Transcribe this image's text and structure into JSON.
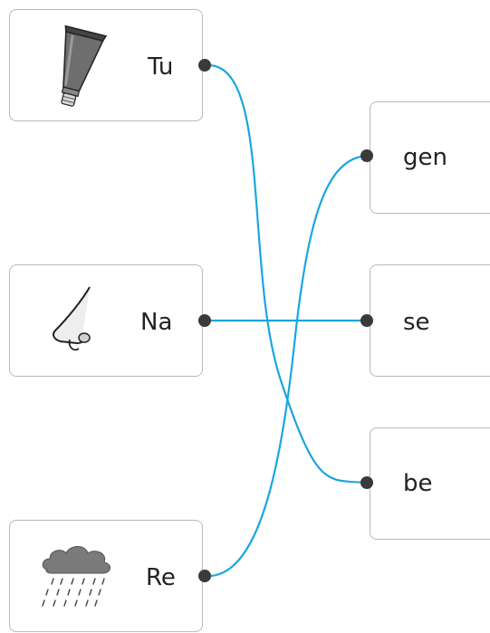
{
  "left": [
    {
      "label": "Tu",
      "icon": "tube-icon"
    },
    {
      "label": "Na",
      "icon": "nose-icon"
    },
    {
      "label": "Re",
      "icon": "rain-cloud-icon"
    }
  ],
  "right": [
    {
      "label": "gen"
    },
    {
      "label": "se"
    },
    {
      "label": "be"
    }
  ],
  "connections": [
    {
      "from": "Tu",
      "to": "be"
    },
    {
      "from": "Na",
      "to": "se"
    },
    {
      "from": "Re",
      "to": "gen"
    }
  ],
  "colors": {
    "line": "#1aa6e0",
    "dot": "#3a3a3a",
    "border": "#b9b9b9"
  }
}
